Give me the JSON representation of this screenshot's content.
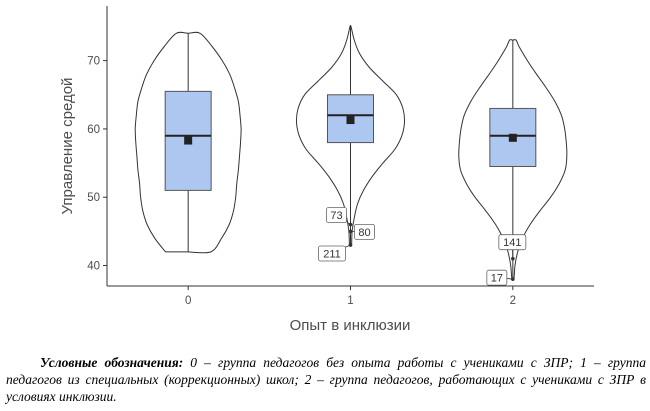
{
  "chart_data": {
    "type": "violin",
    "xlabel": "Опыт в инклюзии",
    "ylabel": "Управление средой",
    "categories": [
      "0",
      "1",
      "2"
    ],
    "ylim": [
      37,
      78
    ],
    "yticks": [
      40,
      50,
      60,
      70
    ],
    "grid": false,
    "colors": {
      "box_fill": "#aec7f0",
      "outline": "#333333",
      "axis": "#333333",
      "text": "#4d4d4d"
    },
    "groups": [
      {
        "category": "0",
        "min": 42,
        "q1": 51,
        "median": 59,
        "q3": 65.5,
        "max": 74,
        "mean": 58.3,
        "violin_profile": [
          [
            42,
            0.42
          ],
          [
            44,
            0.62
          ],
          [
            46,
            0.76
          ],
          [
            48,
            0.84
          ],
          [
            50,
            0.88
          ],
          [
            52,
            0.9
          ],
          [
            54,
            0.93
          ],
          [
            56,
            0.95
          ],
          [
            58,
            0.97
          ],
          [
            60,
            0.98
          ],
          [
            62,
            0.96
          ],
          [
            64,
            0.93
          ],
          [
            66,
            0.86
          ],
          [
            68,
            0.77
          ],
          [
            70,
            0.63
          ],
          [
            72,
            0.45
          ],
          [
            74,
            0.22
          ]
        ],
        "outliers": []
      },
      {
        "category": "1",
        "min": 43,
        "q1": 58,
        "median": 62,
        "q3": 65,
        "max": 75,
        "mean": 61.3,
        "violin_profile": [
          [
            43,
            0.02
          ],
          [
            45,
            0.03
          ],
          [
            47,
            0.07
          ],
          [
            49,
            0.13
          ],
          [
            51,
            0.24
          ],
          [
            53,
            0.4
          ],
          [
            55,
            0.6
          ],
          [
            57,
            0.82
          ],
          [
            59,
            0.95
          ],
          [
            61,
            1.0
          ],
          [
            63,
            0.97
          ],
          [
            65,
            0.85
          ],
          [
            67,
            0.6
          ],
          [
            69,
            0.35
          ],
          [
            71,
            0.17
          ],
          [
            73,
            0.07
          ],
          [
            75,
            0.01
          ]
        ],
        "outliers": [
          {
            "label": "73",
            "y": 46
          },
          {
            "label": "80",
            "y": 45
          },
          {
            "label": "211",
            "y": 43
          }
        ]
      },
      {
        "category": "2",
        "min": 38,
        "q1": 54.5,
        "median": 59,
        "q3": 63,
        "max": 73,
        "mean": 58.7,
        "violin_profile": [
          [
            38,
            0.02
          ],
          [
            40,
            0.04
          ],
          [
            42,
            0.09
          ],
          [
            44,
            0.18
          ],
          [
            46,
            0.32
          ],
          [
            48,
            0.5
          ],
          [
            50,
            0.7
          ],
          [
            52,
            0.86
          ],
          [
            54,
            0.97
          ],
          [
            56,
            1.0
          ],
          [
            58,
            0.99
          ],
          [
            60,
            0.96
          ],
          [
            62,
            0.9
          ],
          [
            64,
            0.78
          ],
          [
            66,
            0.62
          ],
          [
            68,
            0.44
          ],
          [
            70,
            0.27
          ],
          [
            72,
            0.12
          ],
          [
            73,
            0.06
          ]
        ],
        "outliers": [
          {
            "label": "141",
            "y": 41
          },
          {
            "label": "17",
            "y": 38
          }
        ]
      }
    ]
  },
  "caption": {
    "heading": "Условные обозначения:",
    "text": " 0 – группа педагогов без опыта работы с учениками с ЗПР; 1 – группа педагогов из специальных (коррекционных) школ; 2 – группа педагогов, работающих с учениками с ЗПР в условиях инклюзии."
  }
}
